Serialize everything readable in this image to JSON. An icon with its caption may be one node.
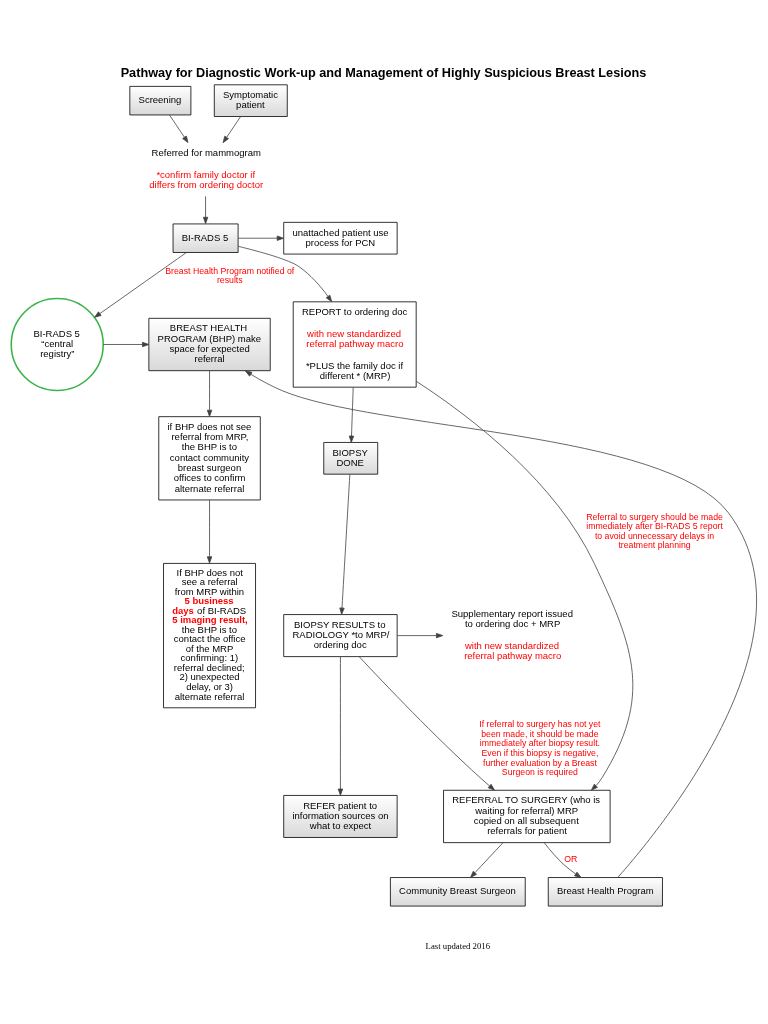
{
  "diagram": {
    "title": "Pathway for Diagnostic Work-up and Management of Highly Suspicious Breast Lesions",
    "nodes": [
      {
        "text": [
          "Screening"
        ]
      },
      {
        "text": [
          "Symptomatic patient"
        ]
      },
      {
        "text": [
          "Referred for mammogram",
          "*confirm family doctor if differs from ordering doctor"
        ]
      },
      {
        "text": [
          "BI-RADS 5"
        ]
      },
      {
        "text": [
          "unattached patient use process for PCN"
        ]
      },
      {
        "text": [
          "BREAST HEALTH PROGRAM (BHP) make space for expected referral"
        ]
      },
      {
        "text": [
          "BI-RADS 5 “central registry”"
        ]
      },
      {
        "text": [
          "REPORT to ordering doc",
          "with new standardized referral pathway macro",
          "*PLUS the family doc if different * (MRP)"
        ]
      },
      {
        "text": [
          "if BHP does not see referral from MRP, the BHP is to contact community breast surgeon offices to confirm alternate referral"
        ]
      },
      {
        "text": [
          "BIOPSY DONE"
        ]
      },
      {
        "text": [
          "BIOPSY RESULTS to RADIOLOGY *to MRP/ ordering doc"
        ]
      },
      {
        "text": [
          "Supplementary report issued to ordering doc + MRP",
          "with new standardized referral pathway macro"
        ]
      },
      {
        "text": [
          "If BHP does not see a referral from MRP within **5 business days** of BI-RADS 5 imaging result, the BHP is to contact the office of the MRP confirming: 1) referral declined; 2) unexpected delay, or 3) alternate referral"
        ]
      },
      {
        "text": [
          "REFERRAL TO SURGERY (who is waiting for referral) MRP copied on all subsequent referrals for patient"
        ]
      },
      {
        "text": [
          "REFER patient to information sources on what to expect"
        ]
      },
      {
        "text": [
          "Breast Health Program"
        ]
      },
      {
        "text": [
          "Community Breast Surgeon"
        ]
      }
    ],
    "edges": [
      {
        "from": 0,
        "to": 2,
        "arrow": "to"
      },
      {
        "from": 1,
        "to": 2,
        "arrow": "to"
      },
      {
        "from": 2,
        "to": 3,
        "arrow": "to"
      },
      {
        "from": 3,
        "to": 4,
        "arrow": "to"
      },
      {
        "from": 3,
        "to": 6,
        "arrow": "to",
        "label": "Breast Health Program notified of results"
      },
      {
        "from": 3,
        "to": 7,
        "arrow": "to"
      },
      {
        "from": 6,
        "to": 5,
        "arrow": "to"
      },
      {
        "from": 5,
        "to": 8,
        "arrow": "to"
      },
      {
        "from": 8,
        "to": 12,
        "arrow": "to"
      },
      {
        "from": 7,
        "to": 9,
        "arrow": "to"
      },
      {
        "from": 9,
        "to": 10,
        "arrow": "to"
      },
      {
        "from": 10,
        "to": 11,
        "arrow": "to"
      },
      {
        "from": 7,
        "to": 13,
        "arrow": "to",
        "label": "Referral to surgery should be made immediately after BI-RADS 5 report to avoid unnecessary delays in treatment planning"
      },
      {
        "from": 10,
        "to": 13,
        "arrow": "to",
        "label": "If referral to surgery has not yet been made, it should be made immediately after biopsy result. Even if this biopsy is negative, further evaluation by a Breast Surgeon is required"
      },
      {
        "from": 10,
        "to": 14,
        "arrow": "to"
      },
      {
        "from": 13,
        "to": 15,
        "arrow": "to",
        "label": "OR"
      },
      {
        "from": 13,
        "to": 16,
        "arrow": "to"
      },
      {
        "from": 15,
        "to": 5,
        "arrow": "to"
      }
    ],
    "labels": [
      "Last updated 2016"
    ]
  }
}
